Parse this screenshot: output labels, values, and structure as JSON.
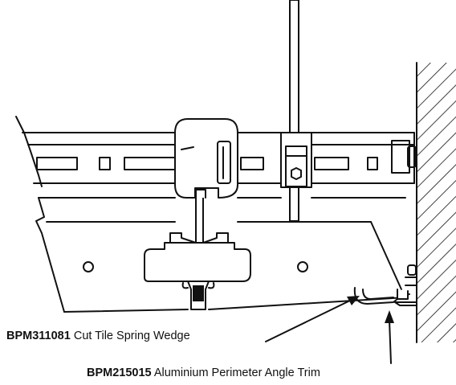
{
  "labels": [
    {
      "code": "BPM311081",
      "text": "Cut Tile Spring Wedge"
    },
    {
      "code": "BPM215015",
      "text": "Aluminium Perimeter Angle Trim"
    }
  ],
  "colors": {
    "line": "#111111",
    "background": "#ffffff"
  }
}
